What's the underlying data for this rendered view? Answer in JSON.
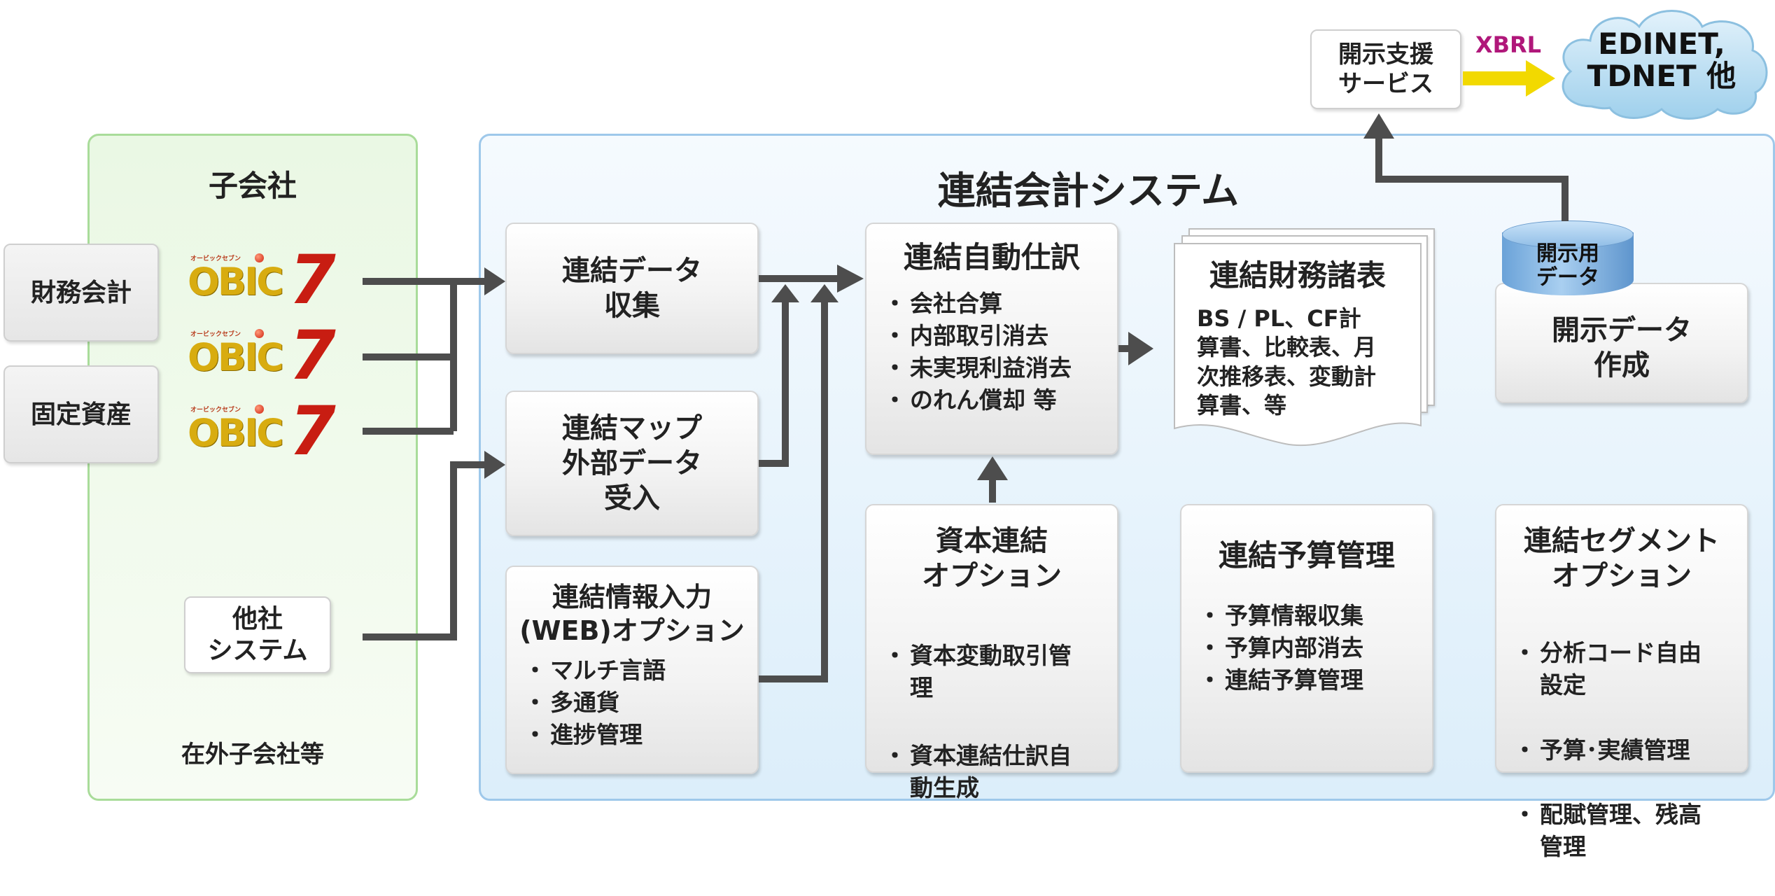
{
  "panels": {
    "subsidiary": {
      "title": "子会社",
      "footer": "在外子会社等"
    },
    "main": {
      "title": "連結会計システム"
    }
  },
  "left_modules": {
    "zaimu": "財務会計",
    "kotei": "固定資産",
    "other_system": "他社\nシステム"
  },
  "obic": {
    "tagline": "オービックセブン",
    "word": "OBIC",
    "seven": "7"
  },
  "collect": {
    "title": "連結データ\n収集"
  },
  "map_import": {
    "title": "連結マップ\n外部データ\n受入"
  },
  "web_input": {
    "title": "連結情報入力\n(WEB)オプション",
    "items": [
      "マルチ言語",
      "多通貨",
      "進捗管理"
    ]
  },
  "auto_journal": {
    "title": "連結自動仕訳",
    "items": [
      "会社合算",
      "内部取引消去",
      "未実現利益消去",
      "のれん償却 等"
    ]
  },
  "statements": {
    "title": "連結財務諸表",
    "body": "BS / PL、CF計\n算書、比較表、月\n次推移表、変動計\n算書、等"
  },
  "capital": {
    "title": "資本連結\nオプション",
    "items": [
      "資本変動取引管\n理",
      "資本連結仕訳自\n動生成"
    ]
  },
  "budget": {
    "title": "連結予算管理",
    "items": [
      "予算情報収集",
      "予算内部消去",
      "連結予算管理"
    ]
  },
  "segment": {
    "title": "連結セグメント\nオプション",
    "items": [
      "分析コード自由\n設定",
      "予算･実績管理",
      "配賦管理、残高\n管理"
    ]
  },
  "disclosure_data": {
    "cylinder_label": "開示用\nデータ",
    "title": "開示データ\n作成"
  },
  "disclosure_support": {
    "title": "開示支援\nサービス"
  },
  "xbrl": {
    "label": "XBRL"
  },
  "cloud": {
    "label": "EDINET,\nTDNET 他"
  },
  "colors": {
    "arrow": "#4d4d4d",
    "xbrl_text": "#b0177a",
    "xbrl_arrow": "#f2d900",
    "sub_panel_border": "#a9dc9a",
    "main_panel_border": "#9ec8ea",
    "cloud": "#bfe0f2"
  }
}
